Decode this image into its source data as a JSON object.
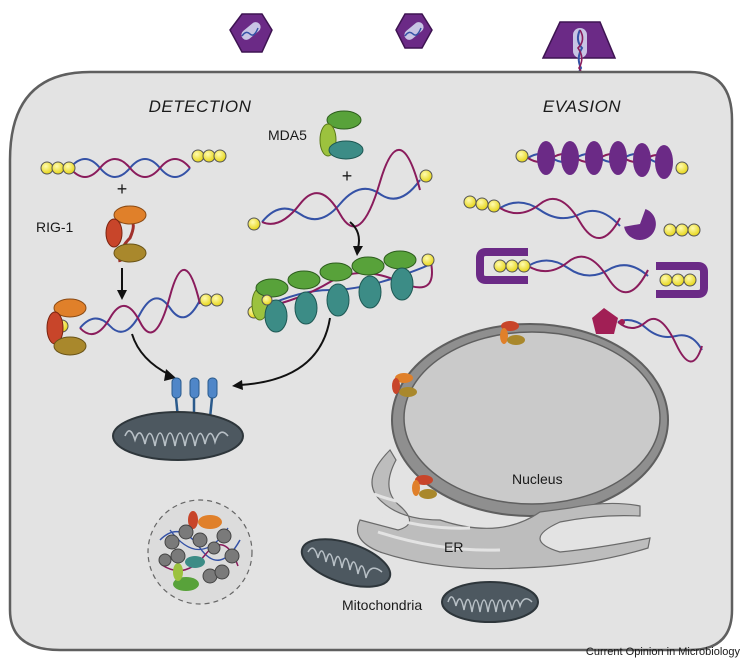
{
  "titles": {
    "detection": "DETECTION",
    "evasion": "EVASION"
  },
  "labels": {
    "mda5": "MDA5",
    "rig1": "RIG-1",
    "plus": "+",
    "nucleus": "Nucleus",
    "er": "ER",
    "mitochondria": "Mitochondria"
  },
  "credit": "Current Opinion in Microbiology",
  "colors": {
    "cell_fill": "#e3e3e3",
    "cell_stroke": "#5f5f5f",
    "virus": "#6b2a86",
    "rna_strand_a": "#3552a6",
    "rna_strand_b": "#8a1c5c",
    "cap": "#f3e83a",
    "rig_orange": "#e0802a",
    "rig_red": "#c8452a",
    "rig_olive": "#a9882c",
    "mda5_green": "#58a23a",
    "mda5_teal": "#3c8c86",
    "mda5_lime": "#9cc23e",
    "mavs_blue": "#4f86c8",
    "mito": "#4d5860",
    "nucleus_fill": "#cacaca",
    "evasion_purple": "#6b2a86",
    "evasion_pentagon": "#a11f55"
  },
  "icons": [
    "virus-icon",
    "dsrna-icon",
    "rig1-icon",
    "mda5-icon",
    "mavs-icon",
    "mitochondrion-icon",
    "nucleus-icon",
    "stress-granule-icon"
  ]
}
